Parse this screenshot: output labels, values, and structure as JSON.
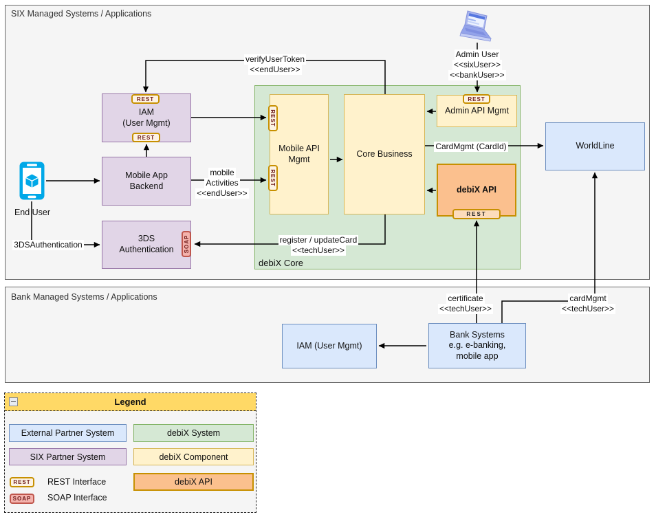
{
  "badges": {
    "rest": "REST",
    "soap": "SOAP"
  },
  "six": {
    "title": "SIX Managed Systems / Applications",
    "debix_core_label": "debiX Core",
    "nodes": {
      "iam": "IAM\n(User Mgmt)",
      "mobile_app_backend": "Mobile App\nBackend",
      "threeds": "3DS\nAuthentication",
      "mobile_api_mgmt": "Mobile API\nMgmt",
      "core_business": "Core Business",
      "admin_api_mgmt": "Admin API Mgmt",
      "debix_api": "debiX API",
      "worldline": "WorldLine"
    },
    "actors": {
      "end_user": "End User",
      "admin_user_l1": "Admin User",
      "admin_user_l2": "<<sixUser>>",
      "admin_user_l3": "<<bankUser>>"
    },
    "edges": {
      "verify_l1": "verifyUserToken",
      "verify_l2": "<<endUser>>",
      "mobile_l1": "mobile",
      "mobile_l2": "Activities",
      "mobile_l3": "<<endUser>>",
      "register_l1": "register / updateCard",
      "register_l2": "<<techUser>>",
      "threeds_auth": "3DSAuthentication",
      "cardmgmt_cardid": "CardMgmt (CardId)"
    }
  },
  "bank": {
    "title": "Bank Managed Systems / Applications",
    "nodes": {
      "iam": "IAM (User Mgmt)",
      "bank_systems": "Bank Systems\ne.g. e-banking,\nmobile app"
    },
    "edges": {
      "cert_l1": "certificate",
      "cert_l2": "<<techUser>>",
      "cardmgmt_l1": "cardMgmt",
      "cardmgmt_l2": "<<techUser>>"
    }
  },
  "legend": {
    "title": "Legend",
    "external_partner": "External Partner System",
    "debix_system": "debiX System",
    "six_partner": "SIX Partner System",
    "debix_component": "debiX Component",
    "rest_interface": "REST Interface",
    "soap_interface": "SOAP Interface",
    "debix_api": "debiX API"
  },
  "colors": {
    "six_partner_fill": "#E1D5E7",
    "six_partner_stroke": "#9673A6",
    "debix_component_fill": "#FFF2CC",
    "debix_component_stroke": "#D6B656",
    "debix_system_fill": "#D5E8D4",
    "debix_system_stroke": "#82B366",
    "external_partner_fill": "#DAE8FC",
    "external_partner_stroke": "#6C8EBF",
    "debix_api_fill": "#FBC08E",
    "debix_api_stroke": "#C79000",
    "rest_badge_stroke": "#C79000",
    "soap_badge_fill": "#F3B2AC",
    "soap_badge_stroke": "#BF564C",
    "legend_header_fill": "#FFD966",
    "container_fill": "#F5F5F5",
    "phone_icon_blue": "#00A8E8",
    "laptop_icon_blue": "#93A3EA"
  }
}
